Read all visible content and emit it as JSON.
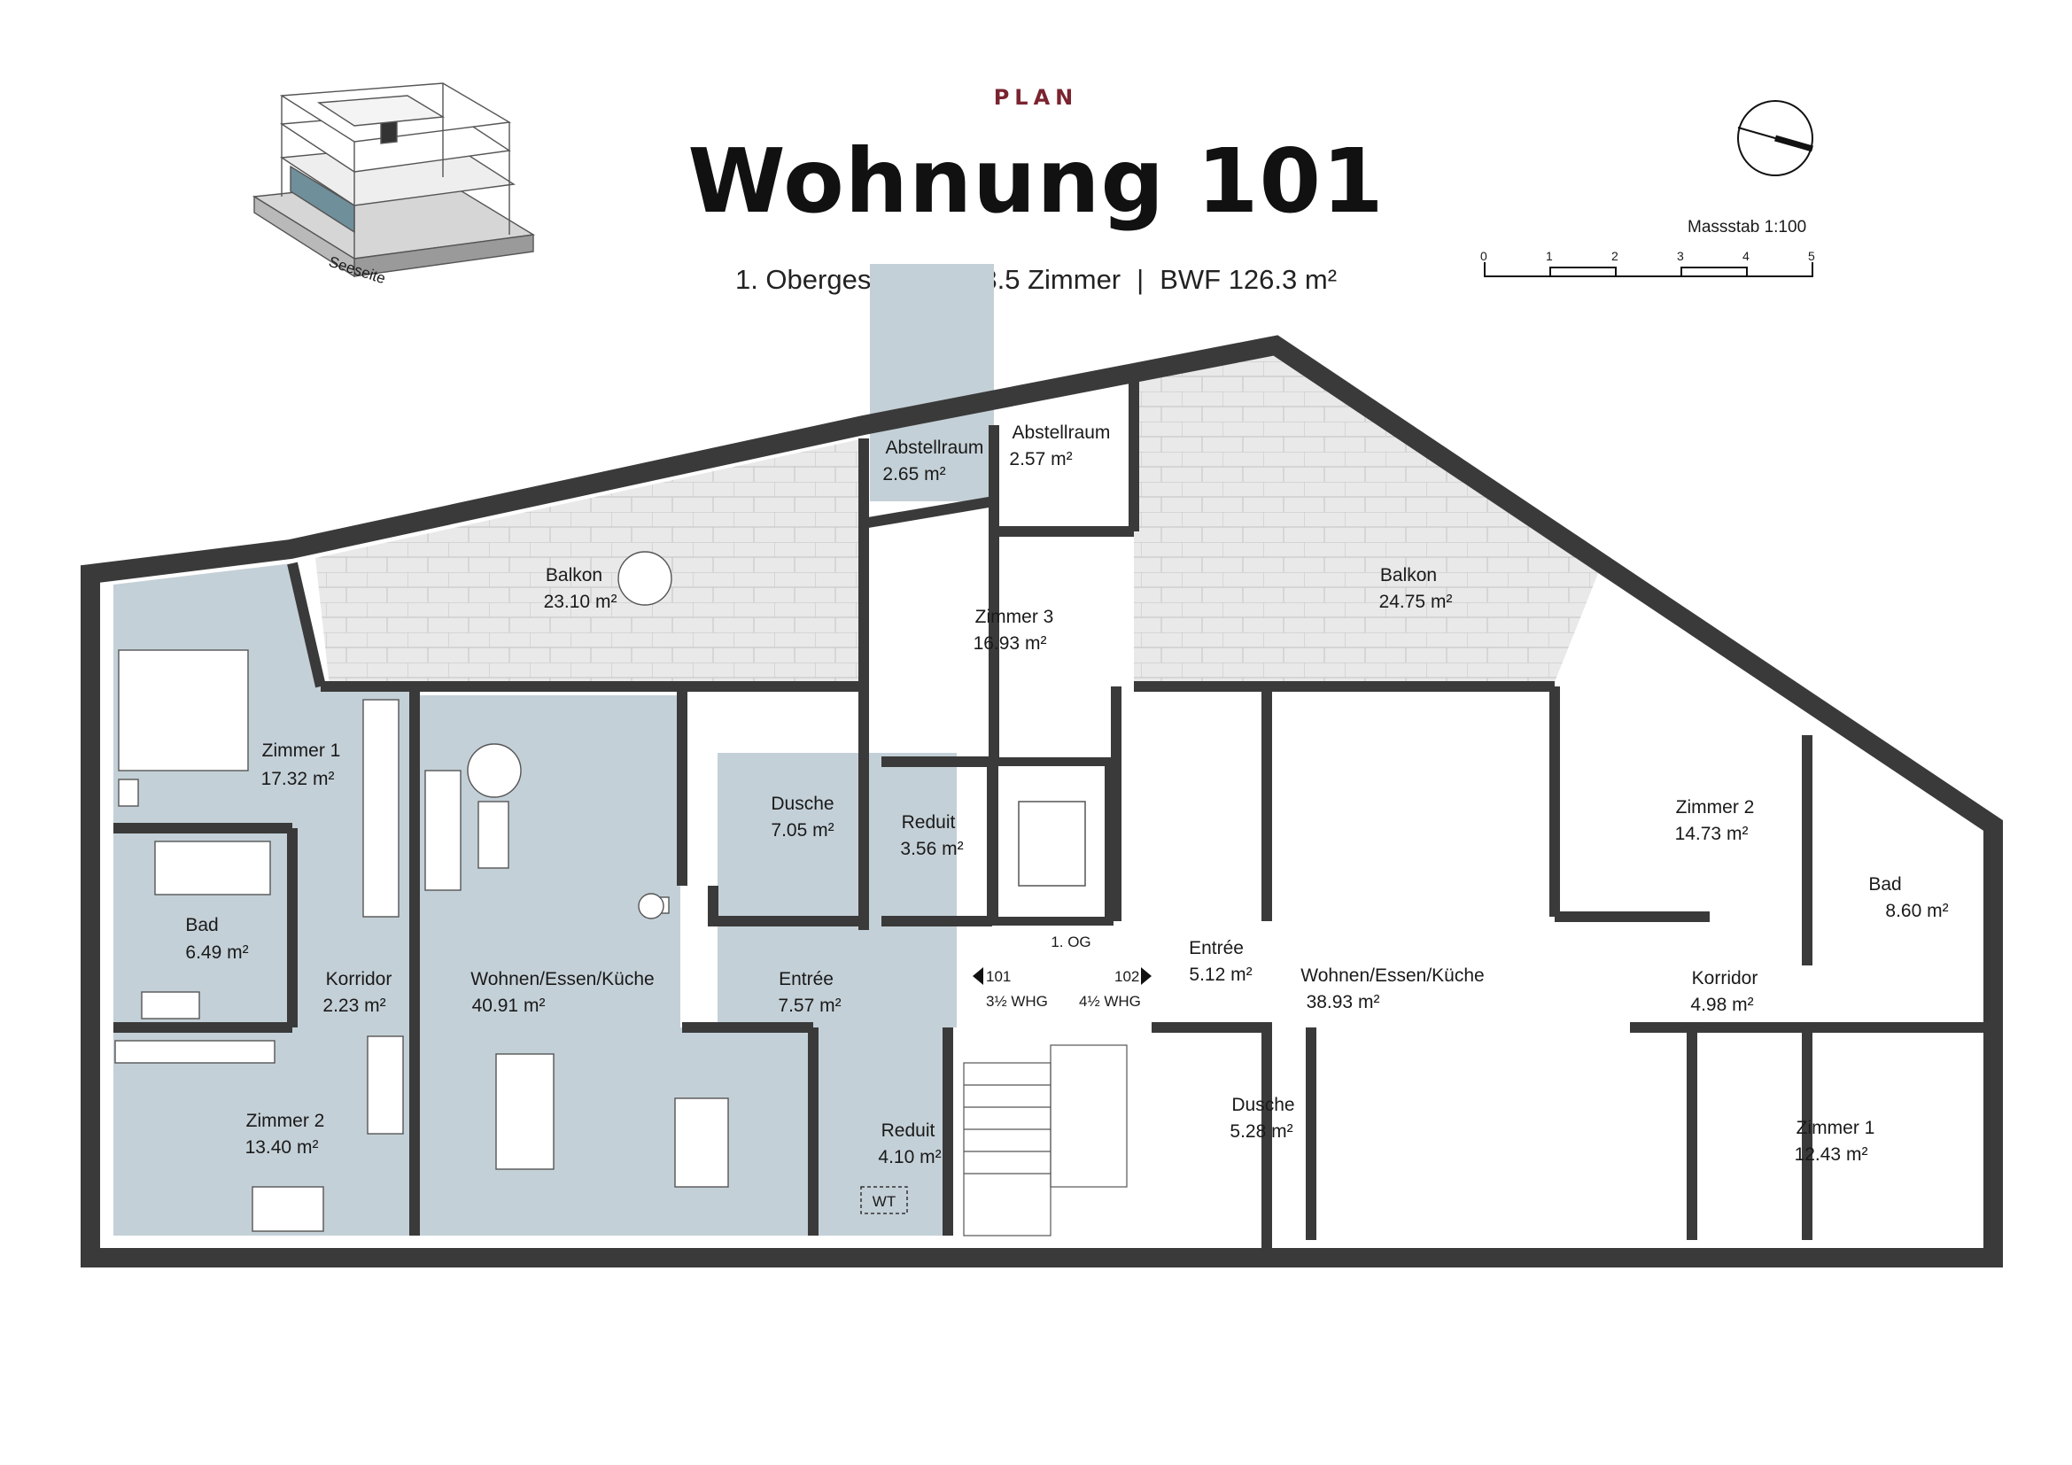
{
  "header": {
    "eyebrow": "PLAN",
    "title": "Wohnung 101",
    "floor": "1. Obergeschoss",
    "rooms": "3.5 Zimmer",
    "area": "BWF 126.3 m²"
  },
  "key_plan": {
    "label": "Seeseite"
  },
  "scale": {
    "label": "Massstab 1:100",
    "ticks": [
      "0",
      "1",
      "2",
      "3",
      "4",
      "5"
    ]
  },
  "stair": {
    "floor": "1. OG",
    "left_no": "101",
    "left_type": "3½ WHG",
    "right_no": "102",
    "right_type": "4½ WHG",
    "meter": "WT"
  },
  "unit_101": {
    "abstellraum": {
      "name": "Abstellraum",
      "area": "2.65 m²"
    },
    "balkon": {
      "name": "Balkon",
      "area": "23.10 m²"
    },
    "zimmer1": {
      "name": "Zimmer 1",
      "area": "17.32 m²"
    },
    "bad": {
      "name": "Bad",
      "area": "6.49 m²"
    },
    "korridor": {
      "name": "Korridor",
      "area": "2.23 m²"
    },
    "zimmer2": {
      "name": "Zimmer 2",
      "area": "13.40 m²"
    },
    "wohnen": {
      "name": "Wohnen/Essen/Küche",
      "area": "40.91 m²"
    },
    "dusche": {
      "name": "Dusche",
      "area": "7.05 m²"
    },
    "entree": {
      "name": "Entrée",
      "area": "7.57 m²"
    },
    "reduit": {
      "name": "Reduit",
      "area": "4.10 m²"
    }
  },
  "unit_102": {
    "abstellraum": {
      "name": "Abstellraum",
      "area": "2.57 m²"
    },
    "zimmer3": {
      "name": "Zimmer 3",
      "area": "16.93 m²"
    },
    "reduit": {
      "name": "Reduit",
      "area": "3.56 m²"
    },
    "balkon": {
      "name": "Balkon",
      "area": "24.75 m²"
    },
    "entree": {
      "name": "Entrée",
      "area": "5.12 m²"
    },
    "wohnen": {
      "name": "Wohnen/Essen/Küche",
      "area": "38.93 m²"
    },
    "dusche": {
      "name": "Dusche",
      "area": "5.28 m²"
    },
    "zimmer2": {
      "name": "Zimmer 2",
      "area": "14.73 m²"
    },
    "bad": {
      "name": "Bad",
      "area": "8.60 m²"
    },
    "korridor": {
      "name": "Korridor",
      "area": "4.98 m²"
    },
    "zimmer1": {
      "name": "Zimmer 1",
      "area": "12.43 m²"
    }
  },
  "colors": {
    "highlight": "#c4d0d7",
    "wall": "#3a3a3a",
    "balcony": "#e8e8e8",
    "accent": "#7a2430"
  }
}
